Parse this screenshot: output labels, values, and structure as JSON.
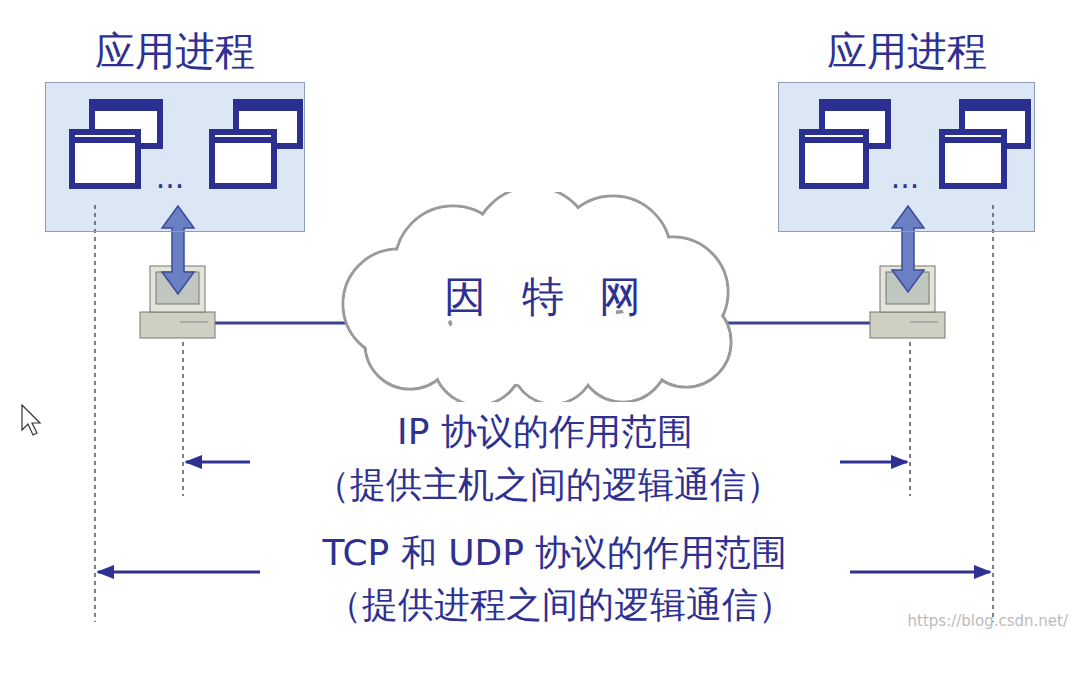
{
  "diagram": {
    "nodes": [
      {
        "text": [
          "应用进程"
        ]
      },
      {
        "text": [
          "应用进程"
        ]
      },
      {
        "text": [
          "因 特 网"
        ]
      }
    ],
    "labels": [
      "...",
      "...",
      "IP 协议的作用范围",
      "（提供主机之间的逻辑通信）",
      "TCP 和 UDP 协议的作用范围",
      "（提供进程之间的逻辑通信）",
      "https://blog.csdn.net/"
    ]
  }
}
